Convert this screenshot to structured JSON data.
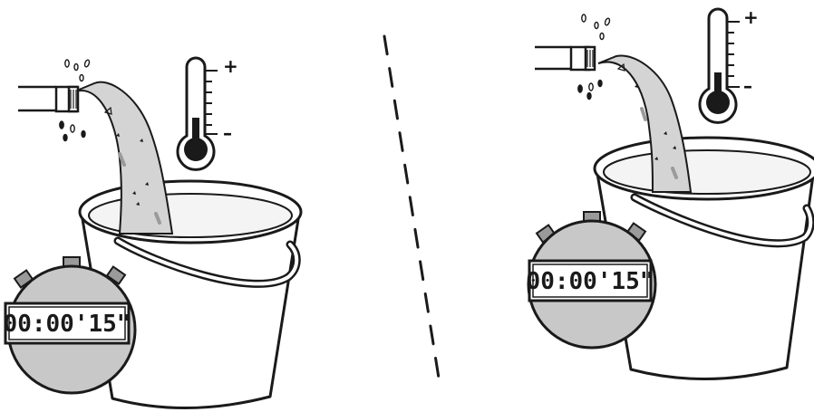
{
  "panels": [
    {
      "id": "left",
      "stopwatch_display": "00:00'15\"",
      "thermometer_plus": "+",
      "thermometer_minus": "–",
      "thermometer_level": "low"
    },
    {
      "id": "right",
      "stopwatch_display": "00:00'15\"",
      "thermometer_plus": "+",
      "thermometer_minus": "–",
      "thermometer_level": "low"
    }
  ],
  "icons": {
    "hose": "garden-hose-icon",
    "water": "water-stream-icon",
    "bucket": "bucket-icon",
    "stopwatch": "stopwatch-icon",
    "thermometer": "thermometer-icon",
    "divider": "dashed-divider"
  },
  "colors": {
    "outline": "#1a1a1a",
    "water": "#d4d4d4",
    "stopwatch_face": "#c8c8c8",
    "stopwatch_buttons": "#9a9a9a",
    "lcd_background": "#ffffff",
    "bucket": "#ffffff"
  }
}
